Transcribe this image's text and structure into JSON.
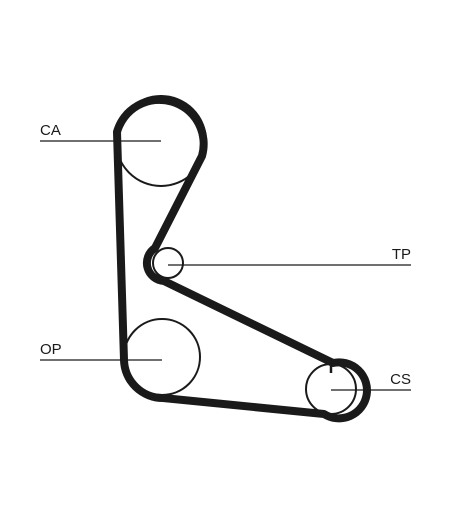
{
  "labels": {
    "ca": "CA",
    "tp": "TP",
    "op": "OP",
    "cs": "CS"
  },
  "colors": {
    "ink": "#1a1a1a",
    "background": "#ffffff"
  }
}
